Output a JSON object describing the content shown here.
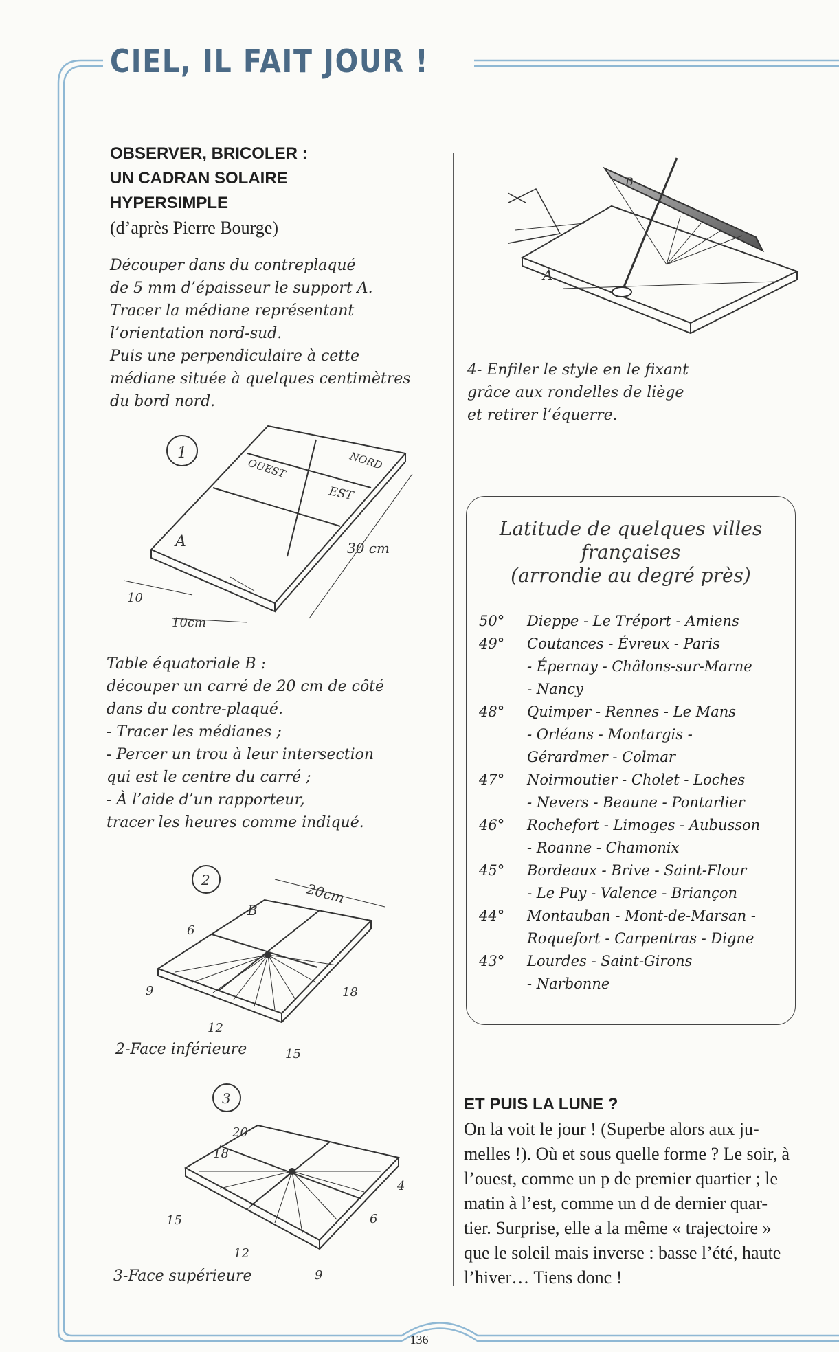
{
  "page": {
    "title": "CIEL, IL FAIT JOUR  !",
    "page_number": "136"
  },
  "left": {
    "heading": [
      "OBSERVER, BRICOLER :",
      "UN CADRAN SOLAIRE",
      "HYPERSIMPLE"
    ],
    "credit": "(d’après Pierre Bourge)",
    "intro": [
      "Découper dans du contreplaqué",
      "de 5 mm d’épaisseur le support A.",
      "Tracer la médiane représentant",
      "l’orientation nord-sud.",
      "Puis une perpendiculaire à cette",
      "médiane située à quelques centimètres",
      "du bord nord."
    ],
    "fig1": {
      "number": "1",
      "label_a": "A",
      "label_ouest": "OUEST",
      "label_est": "EST",
      "label_nord": "NORD",
      "dim_30": "30 cm",
      "dim_10": "10",
      "dim_10cm": "10cm"
    },
    "table_text": [
      "Table équatoriale B :",
      "découper un carré de 20 cm de côté",
      "dans du contre-plaqué.",
      "- Tracer les médianes ;",
      "- Percer un trou à leur intersection",
      "qui est le centre du carré ;",
      "- À l’aide d’un rapporteur,",
      "tracer les heures comme indiqué."
    ],
    "fig2": {
      "number": "2",
      "label_b": "B",
      "dim": "20cm",
      "h6": "6",
      "h9": "9",
      "h12": "12",
      "h15": "15",
      "h18": "18",
      "caption": "2-Face inférieure"
    },
    "fig3": {
      "number": "3",
      "h20": "20",
      "h18": "18",
      "h4": "4",
      "h6": "6",
      "h15": "15",
      "h12": "12",
      "h9": "9",
      "caption": "3-Face supérieure"
    }
  },
  "right": {
    "fig4": {
      "label_a": "A",
      "label_b": "B",
      "caption": [
        "4- Enfiler le style en le fixant",
        "grâce aux rondelles de liège",
        "et retirer l’équerre."
      ]
    },
    "latitude_box": {
      "title": [
        "Latitude de quelques villes",
        "françaises",
        "(arrondie au degré près)"
      ],
      "rows": [
        {
          "deg": "50°",
          "cities": [
            "Dieppe - Le Tréport - Amiens"
          ]
        },
        {
          "deg": "49°",
          "cities": [
            "Coutances - Évreux - Paris",
            "- Épernay - Châlons-sur-Marne",
            "- Nancy"
          ]
        },
        {
          "deg": "48°",
          "cities": [
            "Quimper - Rennes - Le Mans",
            "- Orléans - Montargis -",
            "Gérardmer - Colmar"
          ]
        },
        {
          "deg": "47°",
          "cities": [
            "Noirmoutier - Cholet - Loches",
            "- Nevers - Beaune - Pontarlier"
          ]
        },
        {
          "deg": "46°",
          "cities": [
            "Rochefort - Limoges - Aubusson",
            "- Roanne - Chamonix"
          ]
        },
        {
          "deg": "45°",
          "cities": [
            "Bordeaux - Brive - Saint-Flour",
            "- Le Puy - Valence - Briançon"
          ]
        },
        {
          "deg": "44°",
          "cities": [
            "Montauban - Mont-de-Marsan -",
            "Roquefort - Carpentras - Digne"
          ]
        },
        {
          "deg": "43°",
          "cities": [
            "Lourdes - Saint-Girons",
            "- Narbonne"
          ]
        }
      ]
    },
    "moon": {
      "heading": "ET PUIS LA LUNE ?",
      "text": [
        "On la voit le jour ! (Superbe alors aux ju-",
        "melles !). Où et sous quelle forme ? Le soir, à",
        "l’ouest, comme un p de premier quartier ; le",
        "matin à l’est, comme un d de dernier quar-",
        "tier. Surprise, elle a la même « trajectoire »",
        "que le soleil mais inverse : basse l’été, haute",
        "l’hiver… Tiens donc !"
      ]
    }
  },
  "colors": {
    "frame": "#8fb8d4",
    "title": "#4b6a86"
  }
}
